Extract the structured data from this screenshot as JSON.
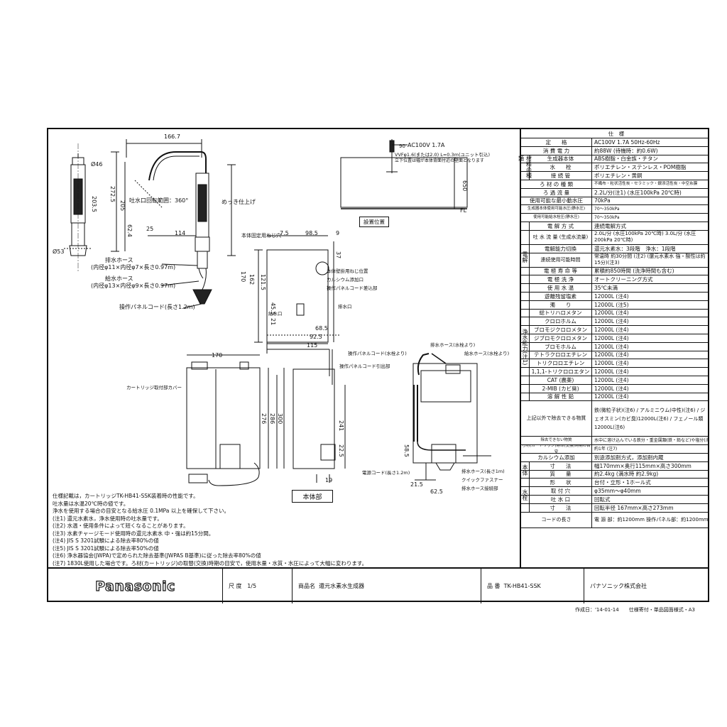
{
  "specs": {
    "header": "仕　様",
    "rows": [
      {
        "label": "定　　格",
        "value": "AC100V 1.7A 50Hz-60Hz"
      },
      {
        "label": "消 費 電 力",
        "value": "約88W (待機時：約0.6W)"
      },
      {
        "label": "生成器本体",
        "value": "ABS樹脂・白金族・チタン",
        "group": "材料の種類"
      },
      {
        "label": "水　　栓",
        "value": "ポリエチレン・ステンレス・POM樹脂"
      },
      {
        "label": "接 続 管",
        "value": "ポリエチレン・黄銅"
      },
      {
        "label": "ろ 材 の 種 類",
        "value": "不織布・粒状活性炭・セラミック・銀添活性炭・中空糸膜"
      },
      {
        "label": "ろ 過 流 量",
        "value": "2.2L/分(注1) (水圧100kPa 20℃時)"
      },
      {
        "label": "使用可能な最小動水圧",
        "value": "70kPa"
      },
      {
        "label": "生成器本体使用可能水圧(静水圧)",
        "value": "70～350kPa"
      },
      {
        "label": "使用可能給水栓圧(静水圧)",
        "value": "70～350kPa"
      },
      {
        "label": "電 解 方 式",
        "value": "連続電解方式",
        "group": "電解"
      },
      {
        "label": "吐 水 流 量 (生成水流量)",
        "value": "2.0L/分 (水圧100kPa 20℃時) 3.0L/分 (水圧200kPa 20℃時)"
      },
      {
        "label": "電解能力切換",
        "value": "還元水素水：3段階　浄水：1段階"
      },
      {
        "label": "連続使用可能時間",
        "value": "常温時 約30分間 (注2) (還元水素水 強・酸性は約15分)(注3)"
      },
      {
        "label": "電 極 寿 命 等",
        "value": "累積約850時間 (洗浄時間も含む)"
      },
      {
        "label": "電 極 洗 浄",
        "value": "オートクリーニング方式"
      },
      {
        "label": "使 用 水 温",
        "value": "35℃未満"
      },
      {
        "label": "遊離残留塩素",
        "value": "12000L (注4)",
        "group": "浄水能力(注1)"
      },
      {
        "label": "濁　　り",
        "value": "12000L (注5)"
      },
      {
        "label": "総トリハロメタン",
        "value": "12000L (注4)"
      },
      {
        "label": "クロロホルム",
        "value": "12000L (注4)"
      },
      {
        "label": "ブロモジクロロメタン",
        "value": "12000L (注4)"
      },
      {
        "label": "ジブロモクロロメタン",
        "value": "12000L (注4)"
      },
      {
        "label": "ブロモホルム",
        "value": "12000L (注4)"
      },
      {
        "label": "テトラクロロエチレン",
        "value": "12000L (注4)"
      },
      {
        "label": "トリクロロエチレン",
        "value": "12000L (注4)"
      },
      {
        "label": "1,1,1-トリクロロエタン",
        "value": "12000L (注4)"
      },
      {
        "label": "CAT (農薬)",
        "value": "12000L (注4)"
      },
      {
        "label": "2-MIB (カビ臭)",
        "value": "12000L (注4)"
      },
      {
        "label": "溶 解 性 鉛",
        "value": "12000L (注4)"
      },
      {
        "label": "上記以外で除去できる物質",
        "value": "鉄(微粒子状)(注6) / アルミニウム(中性)(注6) / ジェオスミン(カビ臭)12000L(注6) / フェノール類12000L(注6)"
      },
      {
        "label": "除去できない物質",
        "value": "水中に溶け込んでいる鉄分・重金属類(鉄・鉛など)や塩分(海水)"
      },
      {
        "label": "ろ材(カートリッジ)寿命(交換)時期の目安",
        "value": "約1年 (注7)"
      },
      {
        "label": "カルシウム添加",
        "value": "別途添加剤方式，添加剤内蔵"
      },
      {
        "label": "寸　　法",
        "value": "幅170mm×奥行115mm×高さ300mm",
        "group": "本体"
      },
      {
        "label": "質　　量",
        "value": "約2.4kg (満水時 約2.9kg)"
      },
      {
        "label": "形　　状",
        "value": "台付・立形・1ホール式",
        "group": "水栓"
      },
      {
        "label": "取 付 穴",
        "value": "φ35mm～φ40mm"
      },
      {
        "label": "吐 水 口",
        "value": "回転式"
      },
      {
        "label": "寸　　法",
        "value": "回転半径 167mm×高さ273mm"
      },
      {
        "label": "コードの長さ",
        "value": "電 源 部：約1200mm 操作パネル部：約1200mm"
      }
    ]
  },
  "notes": [
    "仕様記載は，カートリッジTK-HB41-SSK装着時の性能です。",
    "吐水量は水温20℃時の値です。",
    "浄水を使用する場合の目安となる給水圧 0.1MPa 以上を確保して下さい。",
    "(注1) 還元水素水，浄水使用時の吐水量です。",
    "(注2) 水温・使用条件によって短くなることがあります。",
    "(注3) 水素チャージモード使用時の還元水素水 中・強は約15分間。",
    "(注4) JIS S 3201試験による除去率80%の値",
    "(注5) JIS S 3201試験による除去率50%の値",
    "(注6) 浄水器協会(JWPA)で定められた除去基準(JWPAS B基準)に従った除去率80%の値",
    "(注7) 1830L使用した場合です。ろ材(カートリッジ)の取替(交換)時期の目安で，使用水量・水質・水圧によって大幅に変わります。"
  ],
  "title_block": {
    "brand": "Panasonic",
    "scale_label": "尺 度",
    "scale": "1/5",
    "name_label": "商品名",
    "name": "還元水素水生成器",
    "model_label": "品 番",
    "model": "TK-HB41-SSK",
    "company": "パナソニック株式会社"
  },
  "footer": "作成日：'14-01-14　　仕様寄付・単品図面様式・A3",
  "labels": {
    "install_position": "設置位置",
    "main_unit": "本体部",
    "ac": "AC100V 1.7A",
    "vvf": "VVFφ1.6(または2.0) L=0.3m(ユニット引込)",
    "vvf2": "立下位置は幅が本体背面付近の壁面となります",
    "fl": "FL",
    "rotation_range": "吐水口回転範囲：360°",
    "plating": "めっき仕上げ",
    "drain_hose": "排水ホース",
    "drain_hose_spec": "(内径φ11×内径φ7×長さ0.97m)",
    "supply_hose": "給水ホース",
    "supply_hose_spec": "(内径φ13×内径φ9×長さ0.97m)",
    "panel_cord": "操作パネルコード(長さ1.2m)",
    "fixing_screw": "本体固定用ねじ穴",
    "mount_hole": "本体壁掛用ねじ位置",
    "calcium_port": "カルシウム添加口",
    "panel_cord_port": "操作パネルコード差込部",
    "drain_port": "排水口",
    "water_inlet": "給水口",
    "cartridge_cover": "カートリッジ取付部カバー",
    "panel_cord_tap": "操作パネルコード(水栓より)",
    "panel_cord_exit": "操作パネルコード引出部",
    "drain_hose_tap": "排水ホース(水栓より)",
    "supply_hose_tap": "給水ホース(水栓より)",
    "power_cord": "電源コード(長さ1.2m)",
    "drain_hose_len": "排水ホース(長さ1m)",
    "quick_fastener": "クイックファスナー",
    "drain_hose_port": "排水ホース接続部"
  },
  "dims": {
    "d166_7": "166.7",
    "d46": "Ø46",
    "d272_5": "272.5",
    "d205": "205",
    "d203_5": "203.5",
    "d62_4": "62.4",
    "d114": "114",
    "d53": "Ø53",
    "d25": "25",
    "d90": "90",
    "d650": "650",
    "d7_5": "7.5",
    "d98_5": "98.5",
    "d9": "9",
    "d37": "37",
    "d170v": "170",
    "d162": "162",
    "d121_5": "121.5",
    "d45_5": "45.5",
    "d21": "21",
    "d68_5": "68.5",
    "d92_5": "92.5",
    "d115": "115",
    "d170h": "170",
    "d276": "276",
    "d286": "286",
    "d300": "300",
    "d241": "241",
    "d22_5": "22.5",
    "d19": "19",
    "d58_5": "58.5",
    "d21_5": "21.5",
    "d62_5": "62.5"
  }
}
